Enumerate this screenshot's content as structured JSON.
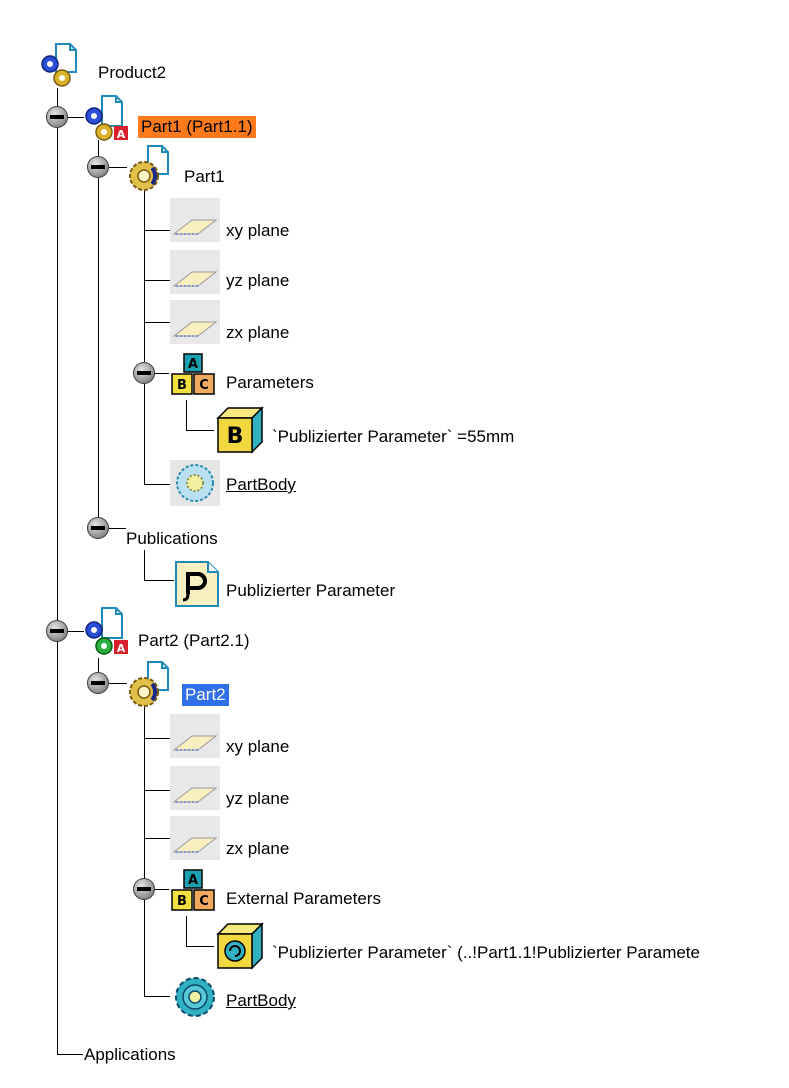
{
  "tree": {
    "root": {
      "label": "Product2",
      "icon": "product-icon"
    },
    "part1_instance": {
      "label": "Part1 (Part1.1)",
      "icon": "part-instance-icon",
      "highlight": "#ff7a1a"
    },
    "part1": {
      "label": "Part1",
      "icon": "part-gear-icon"
    },
    "part1_planes": [
      {
        "label": "xy plane",
        "icon": "plane-icon"
      },
      {
        "label": "yz plane",
        "icon": "plane-icon"
      },
      {
        "label": "zx plane",
        "icon": "plane-icon"
      }
    ],
    "part1_parameters": {
      "label": "Parameters",
      "icon": "abc-blocks-icon"
    },
    "part1_parameter_item": {
      "label": "`Publizierter Parameter` =55mm",
      "icon": "parameter-block-icon"
    },
    "part1_body": {
      "label": "PartBody",
      "icon": "partbody-icon"
    },
    "publications": {
      "label": "Publications"
    },
    "publication_item": {
      "label": "Publizierter Parameter",
      "icon": "publication-icon"
    },
    "part2_instance": {
      "label": "Part2 (Part2.1)",
      "icon": "part-instance-icon"
    },
    "part2": {
      "label": "Part2",
      "icon": "part-gear-icon",
      "highlight": "#2f6fe8"
    },
    "part2_planes": [
      {
        "label": "xy plane",
        "icon": "plane-icon"
      },
      {
        "label": "yz plane",
        "icon": "plane-icon"
      },
      {
        "label": "zx plane",
        "icon": "plane-icon"
      }
    ],
    "part2_external_parameters": {
      "label": "External Parameters",
      "icon": "abc-blocks-icon"
    },
    "part2_external_item": {
      "label": "`Publizierter Parameter` (..!Part1.1!Publizierter Paramete",
      "icon": "external-parameter-icon"
    },
    "part2_body": {
      "label": "PartBody",
      "icon": "partbody-gear-icon"
    },
    "applications": {
      "label": "Applications"
    }
  }
}
